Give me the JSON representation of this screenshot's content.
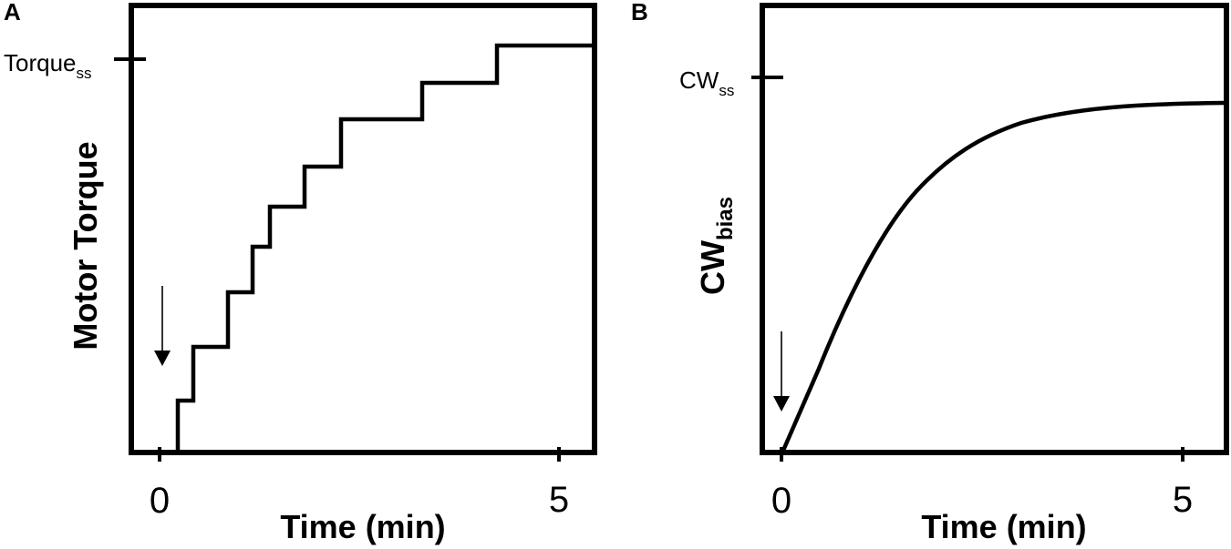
{
  "panels": {
    "a": {
      "label": "A",
      "ylabel": "Motor Torque",
      "xlabel": "Time (min)",
      "ss_label_main": "Torque",
      "ss_label_sub": "ss",
      "xticks": [
        "0",
        "5"
      ]
    },
    "b": {
      "label": "B",
      "ylabel_main": "CW",
      "ylabel_sub": "bias",
      "xlabel": "Time (min)",
      "ss_label_main": "CW",
      "ss_label_sub": "ss",
      "xticks": [
        "0",
        "5"
      ]
    }
  },
  "chart_data": [
    {
      "panel": "A",
      "type": "line",
      "style": "step",
      "title": "",
      "xlabel": "Time (min)",
      "ylabel": "Motor Torque",
      "xlim": [
        -0.35,
        5.45
      ],
      "ylim": [
        0,
        1.05
      ],
      "xticks": [
        0,
        5
      ],
      "yticks": [
        {
          "value": 0.98,
          "label": "Torque_ss"
        }
      ],
      "grid": false,
      "annotations": [
        {
          "type": "arrow-down",
          "x": 0,
          "meaning": "stimulus onset"
        }
      ],
      "x": [
        0.23,
        0.23,
        0.42,
        0.42,
        0.86,
        0.86,
        1.16,
        1.16,
        1.38,
        1.38,
        1.82,
        1.82,
        2.27,
        2.27,
        3.29,
        3.29,
        4.22,
        4.22,
        5.45
      ],
      "y": [
        0.0,
        0.13,
        0.13,
        0.26,
        0.26,
        0.39,
        0.39,
        0.5,
        0.5,
        0.6,
        0.6,
        0.69,
        0.69,
        0.81,
        0.81,
        0.89,
        0.89,
        0.98,
        0.98
      ]
    },
    {
      "panel": "B",
      "type": "line",
      "style": "smooth",
      "title": "",
      "xlabel": "Time (min)",
      "ylabel": "CW_bias",
      "xlim": [
        -0.25,
        5.45
      ],
      "ylim": [
        0,
        1.05
      ],
      "xticks": [
        0,
        5
      ],
      "yticks": [
        {
          "value": 0.94,
          "label": "CW_ss"
        }
      ],
      "grid": false,
      "annotations": [
        {
          "type": "arrow-down",
          "x": 0,
          "meaning": "stimulus onset"
        }
      ],
      "x": [
        0.0,
        0.5,
        1.0,
        1.5,
        2.0,
        2.5,
        3.0,
        3.5,
        4.0,
        4.5,
        5.0,
        5.45
      ],
      "y": [
        0.0,
        0.3,
        0.53,
        0.7,
        0.79,
        0.84,
        0.86,
        0.875,
        0.883,
        0.887,
        0.889,
        0.89
      ]
    }
  ]
}
